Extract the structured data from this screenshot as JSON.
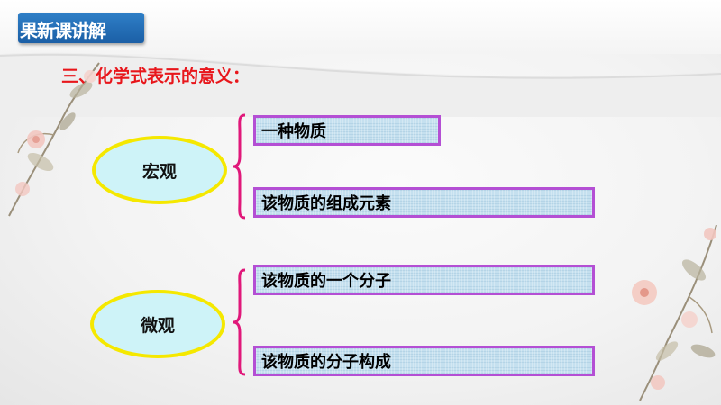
{
  "header": {
    "tab_label": "果新课讲解"
  },
  "heading": "三、化学式表示的意义：",
  "groups": [
    {
      "label": "宏观",
      "items": [
        "一种物质",
        "该物质的组成元素"
      ]
    },
    {
      "label": "微观",
      "items": [
        "该物质的一个分子",
        "该物质的分子构成"
      ]
    }
  ],
  "colors": {
    "heading": "#e8161b",
    "tab": "#1f66ad",
    "ellipse_fill": "#cef3f8",
    "ellipse_border": "#f5e800",
    "box_border": "#b44fd4",
    "brace": "#e0187a"
  },
  "decorations": [
    "flower-branch-left",
    "flower-branch-right"
  ]
}
